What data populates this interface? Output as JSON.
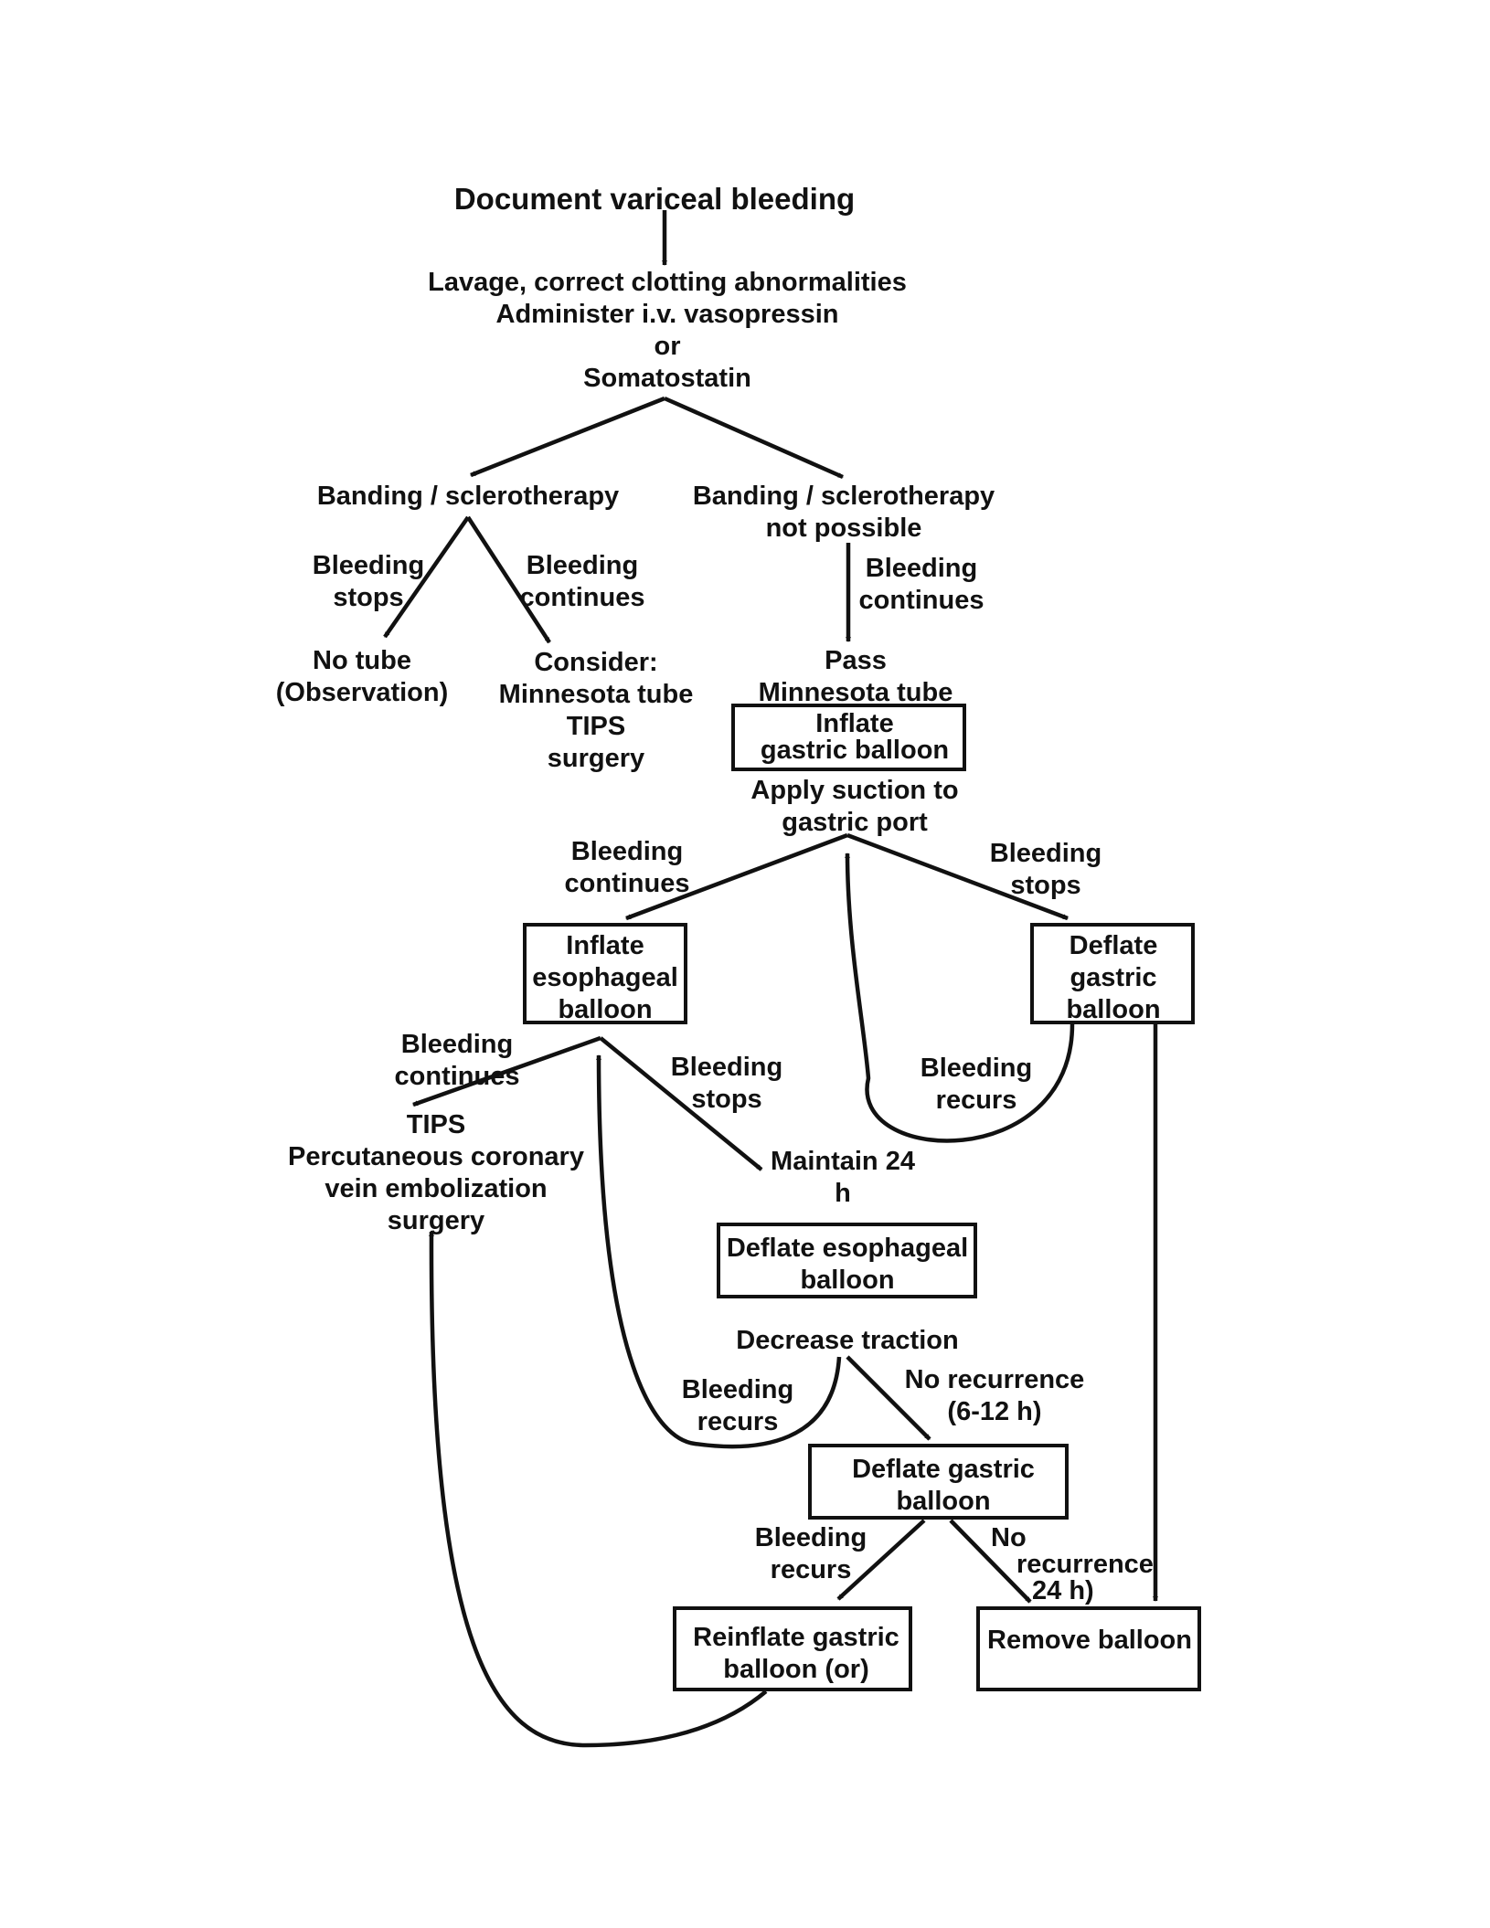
{
  "nodes": {
    "title": [
      "Document variceal bleeding"
    ],
    "initial": [
      "Lavage, correct clotting abnormalities",
      "Administer i.v. vasopressin",
      "or",
      "Somatostatin"
    ],
    "banding": [
      "Banding / sclerotherapy"
    ],
    "banding_np": [
      "Banding / sclerotherapy",
      "not possible"
    ],
    "no_tube": [
      "No tube",
      "(Observation)"
    ],
    "consider": [
      "Consider:",
      "Minnesota tube",
      "TIPS",
      "surgery"
    ],
    "pass_tube": [
      "Pass",
      "Minnesota tube"
    ],
    "inflate_gastric": [
      "Inflate",
      "gastric balloon"
    ],
    "apply_suction": [
      "Apply suction to",
      "gastric port"
    ],
    "inflate_esoph": [
      "Inflate",
      "esophageal",
      "balloon"
    ],
    "deflate_gastric_1": [
      "Deflate",
      "gastric",
      "balloon"
    ],
    "tips_final": [
      "TIPS",
      "Percutaneous coronary",
      "vein embolization",
      "surgery"
    ],
    "maintain": [
      "Maintain 24",
      "h"
    ],
    "deflate_esoph": [
      "Deflate esophageal",
      "balloon"
    ],
    "decrease_traction": [
      "Decrease traction"
    ],
    "deflate_gastric_2": [
      "Deflate gastric",
      "balloon"
    ],
    "reinflate": [
      "Reinflate gastric",
      "balloon (or)"
    ],
    "remove": [
      "Remove balloon"
    ]
  },
  "edge_labels": {
    "e1": [
      "Bleeding",
      "stops"
    ],
    "e2": [
      "Bleeding",
      "continues"
    ],
    "e3": [
      "Bleeding",
      "continues"
    ],
    "e4": [
      "Bleeding",
      "continues"
    ],
    "e5": [
      "Bleeding",
      "stops"
    ],
    "e6": [
      "Bleeding",
      "recurs"
    ],
    "e7": [
      "Bleeding",
      "continues"
    ],
    "e8": [
      "Bleeding",
      "stops"
    ],
    "e9": [
      "Bleeding",
      "recurs"
    ],
    "e10": [
      "No recurrence",
      "(6-12 h)"
    ],
    "e11": [
      "Bleeding",
      "recurs"
    ],
    "e12": [
      "No",
      "recurrence",
      "24 h)"
    ]
  }
}
